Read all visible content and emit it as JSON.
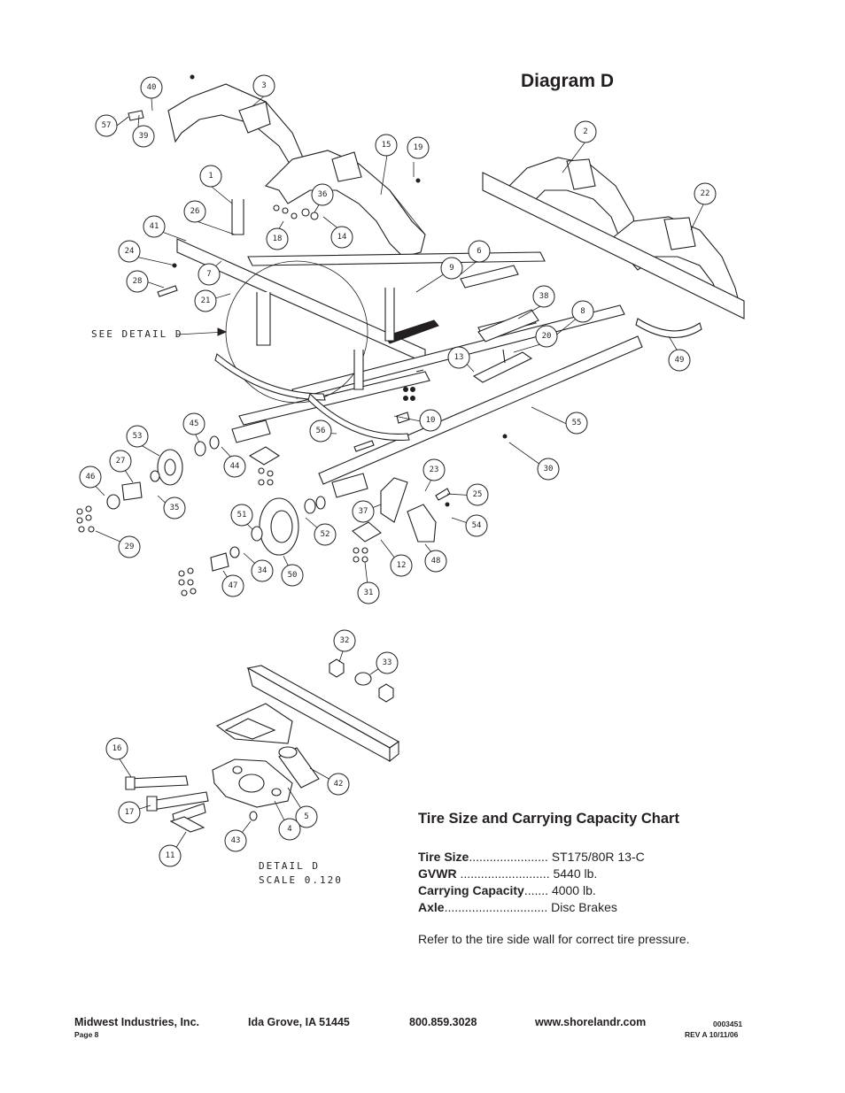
{
  "page": {
    "title": "Diagram D"
  },
  "see_detail": "SEE DETAIL  D",
  "detail": {
    "label_line1": "DETAIL  D",
    "label_line2": "SCALE  0.120"
  },
  "callouts": [
    "40",
    "3",
    "57",
    "39",
    "15",
    "19",
    "2",
    "22",
    "1",
    "26",
    "36",
    "41",
    "18",
    "14",
    "24",
    "6",
    "9",
    "28",
    "7",
    "38",
    "21",
    "8",
    "20",
    "13",
    "49",
    "10",
    "56",
    "55",
    "45",
    "53",
    "27",
    "44",
    "30",
    "46",
    "23",
    "35",
    "25",
    "37",
    "54",
    "51",
    "29",
    "52",
    "48",
    "34",
    "12",
    "47",
    "50",
    "31",
    "32",
    "33",
    "16",
    "42",
    "17",
    "5",
    "4",
    "43",
    "11"
  ],
  "tire_chart": {
    "title": "Tire Size and Carrying Capacity Chart",
    "rows": [
      {
        "label": "Tire Size",
        "dots": ".......................",
        "value": "ST175/80R 13-C"
      },
      {
        "label": "GVWR",
        "dots": "..........................",
        "value": "5440 lb."
      },
      {
        "label": "Carrying Capacity",
        "dots": ".......",
        "value": "4000 lb."
      },
      {
        "label": "Axle",
        "dots": "..............................",
        "value": "Disc Brakes"
      }
    ],
    "note": "Refer to the tire side wall for correct tire pressure."
  },
  "footer": {
    "company": "Midwest Industries, Inc.",
    "location": "Ida Grove, IA  51445",
    "phone": "800.859.3028",
    "website": "www.shorelandr.com",
    "doc_number": "0003451",
    "page": "Page 8",
    "revision": "REV A  10/11/06"
  }
}
